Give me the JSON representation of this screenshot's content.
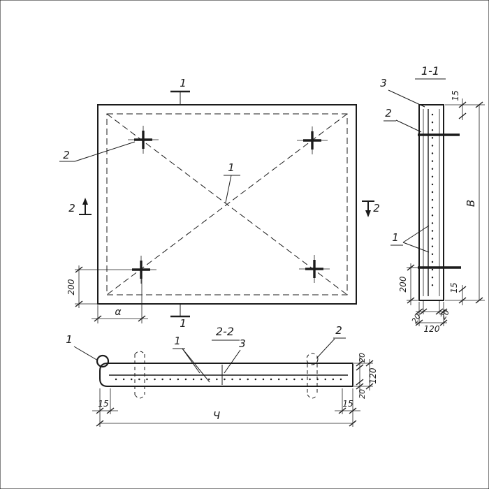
{
  "colors": {
    "ink": "#1b1b1b",
    "paper": "#ffffff"
  },
  "plan": {
    "cut_top_label": "1",
    "cut_bottom_label": "1",
    "cut_left_label": "2",
    "cut_right_label": "2",
    "loop_callout": "2",
    "center_callout": "1",
    "dim_loop_offset": "200",
    "dim_edge_offset": "α"
  },
  "section_1_1": {
    "title": "1-1",
    "callout_top_bar": "3",
    "callout_loop_bar": "2",
    "callout_mesh": "1",
    "dim_top_cover": "15",
    "dim_height": "В",
    "dim_bottom_cover": "15",
    "dim_loop_offset": "200",
    "dim_left_cover": "20",
    "dim_thickness": "120",
    "dim_right_cover": "20"
  },
  "section_2_2": {
    "title": "2-2",
    "callout_left_loop": "1",
    "callout_mesh": "1",
    "callout_center_bar": "3",
    "callout_right_loop": "2",
    "dim_top_cover": "20",
    "dim_thickness": "120",
    "dim_bottom_cover": "20",
    "dim_left_edge": "15",
    "dim_length": "Ч",
    "dim_right_edge": "15"
  }
}
